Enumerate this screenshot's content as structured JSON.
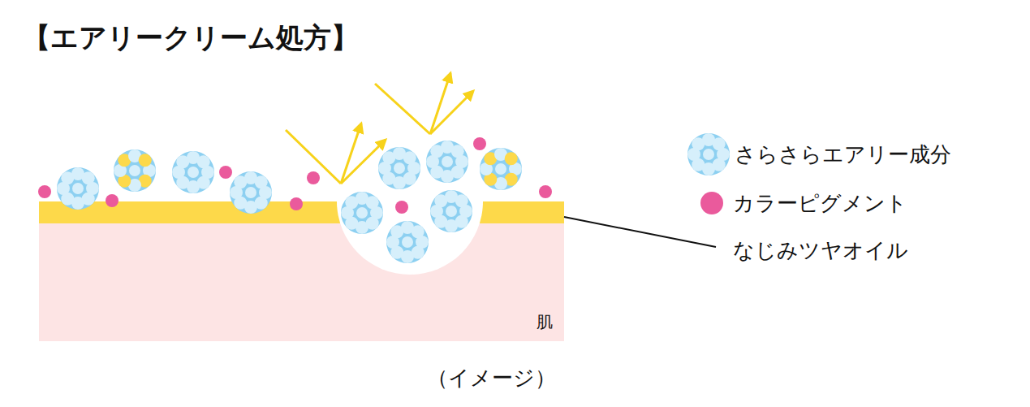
{
  "diagram": {
    "title": "【エアリークリーム処方】",
    "caption": "（イメージ）",
    "nodes": [
      {
        "text": [
          "肌"
        ]
      }
    ],
    "labels": [
      "なじみツヤオイル"
    ],
    "legend": [
      {
        "text": "さらさらエアリー成分"
      },
      {
        "text": "カラーピグメント",
        "color": "#ea5a9c"
      }
    ]
  }
}
